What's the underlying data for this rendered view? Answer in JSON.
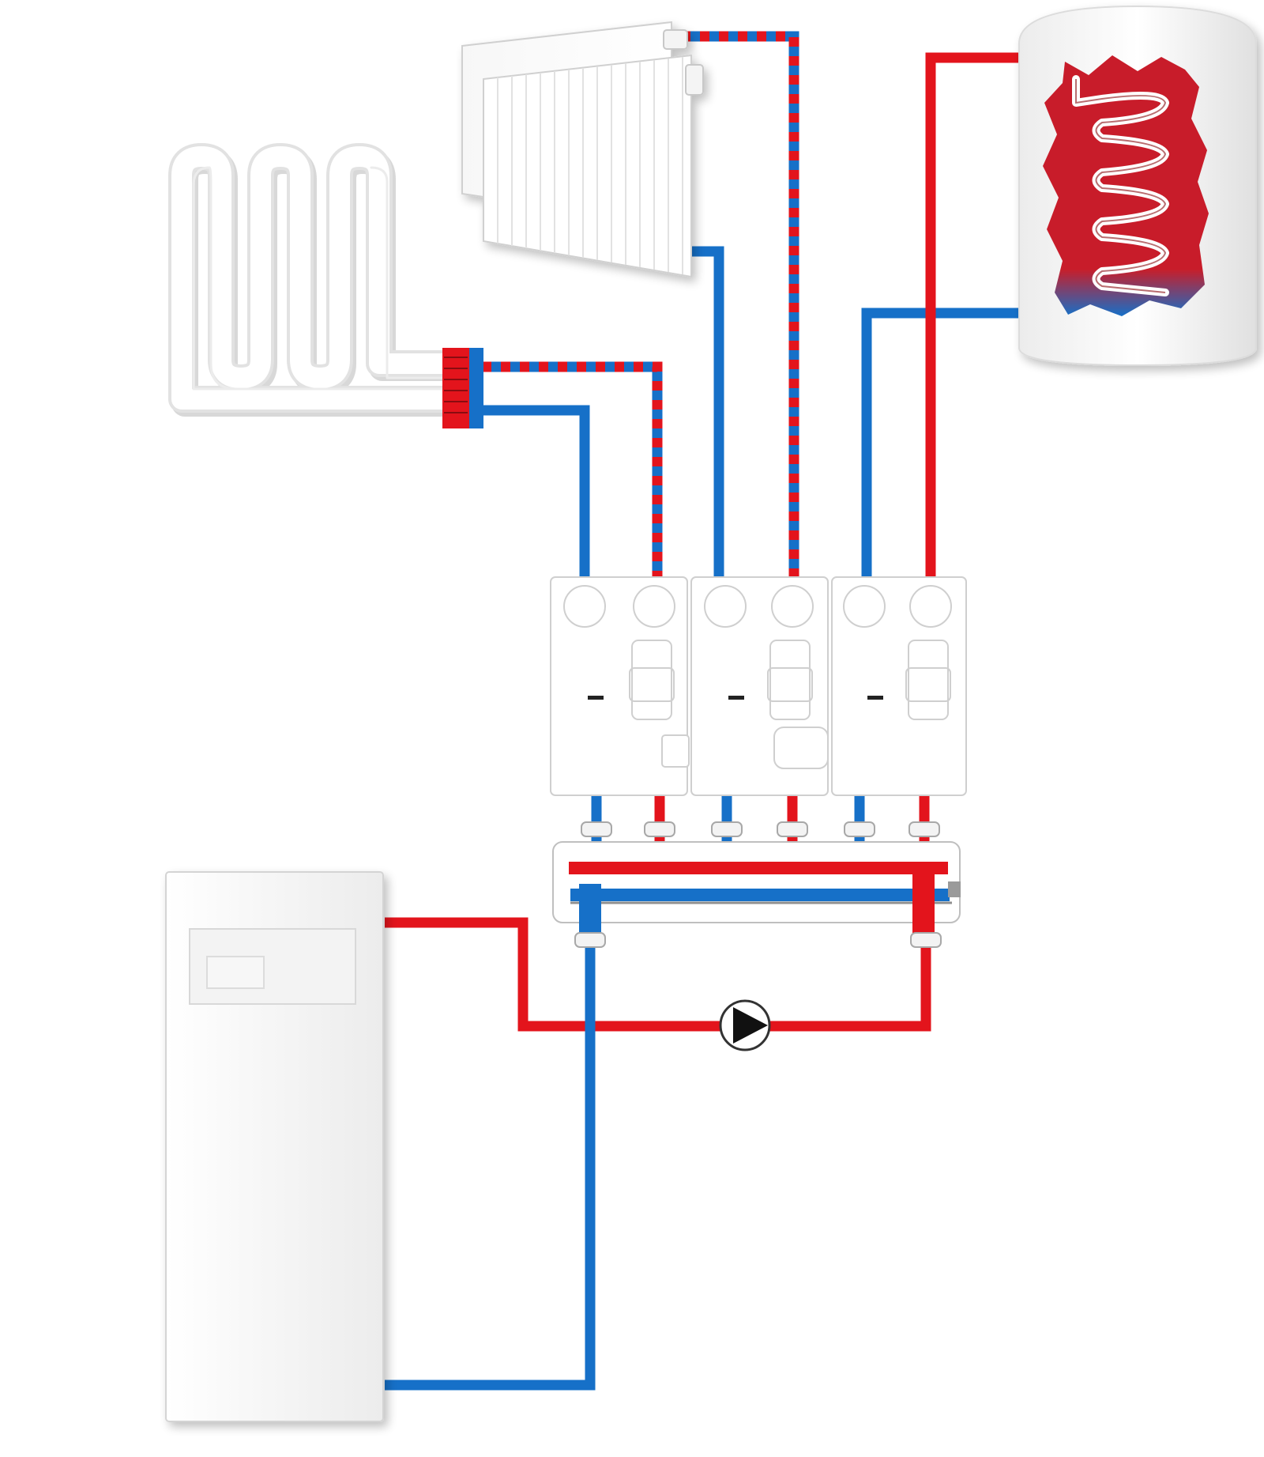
{
  "diagram": {
    "description_visible_text": {
      "boiler_badge": ""
    },
    "components": [
      {
        "id": "underfloor-heating-loop",
        "kind": "underfloor heating coil"
      },
      {
        "id": "underfloor-manifold",
        "kind": "manifold"
      },
      {
        "id": "panel-radiator",
        "kind": "radiator"
      },
      {
        "id": "hot-water-cylinder",
        "kind": "storage tank with coil"
      },
      {
        "id": "pump-station-1",
        "kind": "pump station"
      },
      {
        "id": "pump-station-2",
        "kind": "pump station"
      },
      {
        "id": "pump-station-3",
        "kind": "pump station"
      },
      {
        "id": "distribution-manifold",
        "kind": "hydraulic manifold"
      },
      {
        "id": "circulation-pump",
        "kind": "pump"
      },
      {
        "id": "boiler",
        "kind": "heat generator"
      }
    ],
    "colors": {
      "flow": "#e3141c",
      "return": "#1670c8",
      "mixed_flow_stripe_a": "#e3141c",
      "mixed_flow_stripe_b": "#1670c8",
      "tank_interior": "#c81e2a",
      "appliance_white": "#f3f3f3",
      "outline": "#cfcfcf"
    },
    "pipes": [
      {
        "from": "underfloor-manifold",
        "to": "pump-station-1",
        "type": "return"
      },
      {
        "from": "pump-station-1",
        "to": "underfloor-manifold",
        "type": "mixed-flow"
      },
      {
        "from": "panel-radiator",
        "to": "pump-station-2",
        "type": "return"
      },
      {
        "from": "pump-station-2",
        "to": "panel-radiator",
        "type": "mixed-flow"
      },
      {
        "from": "hot-water-cylinder",
        "to": "pump-station-3",
        "type": "return"
      },
      {
        "from": "pump-station-3",
        "to": "hot-water-cylinder",
        "type": "flow"
      },
      {
        "from": "boiler",
        "to": "distribution-manifold",
        "type": "flow",
        "via": "circulation-pump"
      },
      {
        "from": "distribution-manifold",
        "to": "boiler",
        "type": "return"
      }
    ]
  }
}
